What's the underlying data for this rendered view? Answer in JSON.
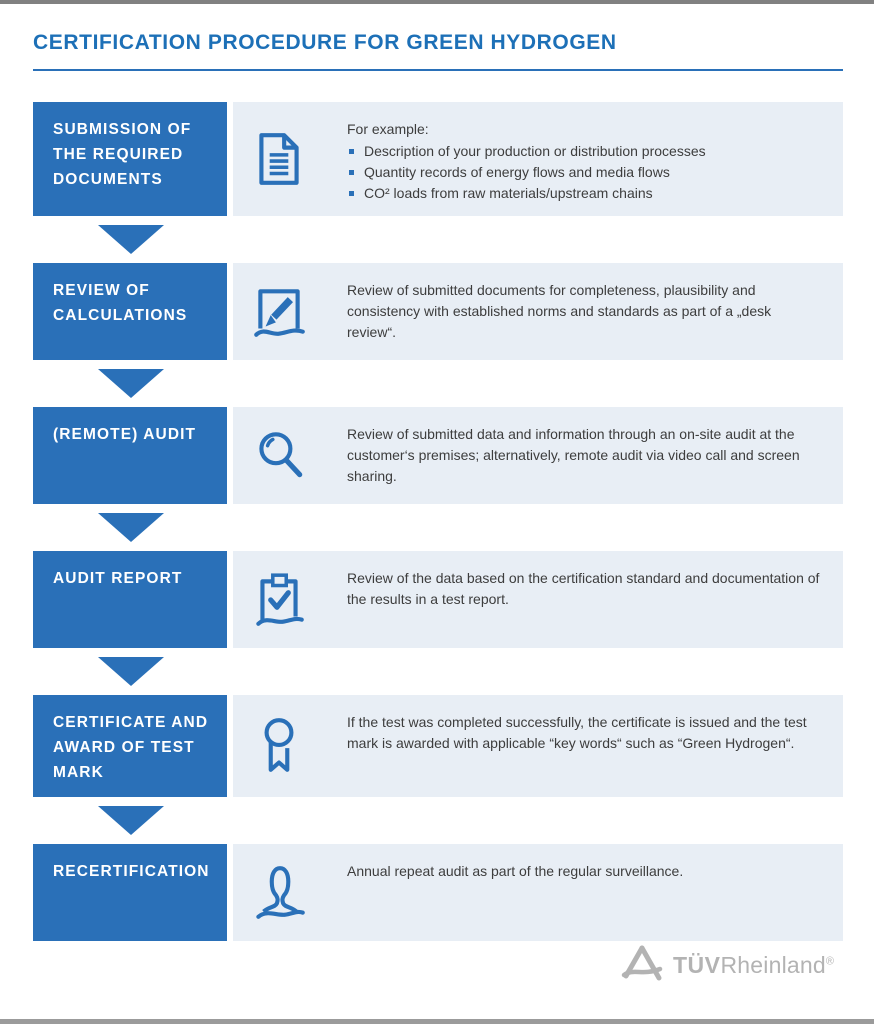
{
  "colors": {
    "accent_blue": "#2a70b8",
    "title_blue": "#1d70b7",
    "panel_bg": "#e8eef5",
    "body_text": "#3d3d3d",
    "logo_gray": "#b3b3b3"
  },
  "header": {
    "title": "CERTIFICATION PROCEDURE FOR GREEN HYDROGEN"
  },
  "steps": [
    {
      "label": "SUBMISSION OF THE REQUIRED DOCUMENTS",
      "icon": "document-icon",
      "desc_intro": "For example:",
      "bullets": [
        "Description of your production or distribution processes",
        "Quantity records of energy flows and media flows",
        "CO² loads from raw materials/upstream chains"
      ]
    },
    {
      "label": "REVIEW OF CALCULATIONS",
      "icon": "pencil-note-icon",
      "desc": "Review of submitted documents for completeness, plausibility and consistency with established norms and standards as part of a „desk review“."
    },
    {
      "label": "(REMOTE) AUDIT",
      "icon": "magnifier-icon",
      "desc": "Review of submitted data and information through an on-site audit at the customer‘s premises; alternatively, remote audit via video call and screen sharing."
    },
    {
      "label": "AUDIT REPORT",
      "icon": "clipboard-check-icon",
      "desc": "Review of the data based on the certification standard and documentation of the results in a test report."
    },
    {
      "label": "CERTIFICATE AND AWARD OF TEST MARK",
      "icon": "award-ribbon-icon",
      "desc": "If the test was completed successfully, the certificate is issued and the test mark is awarded with applicable “key words“ such as “Green Hydrogen“."
    },
    {
      "label": "RECERTIFICATION",
      "icon": "person-icon",
      "desc": "Annual repeat audit as part of the regular surveillance."
    }
  ],
  "footer": {
    "logo_bold": "TÜV",
    "logo_light": "Rheinland",
    "logo_reg": "®"
  }
}
